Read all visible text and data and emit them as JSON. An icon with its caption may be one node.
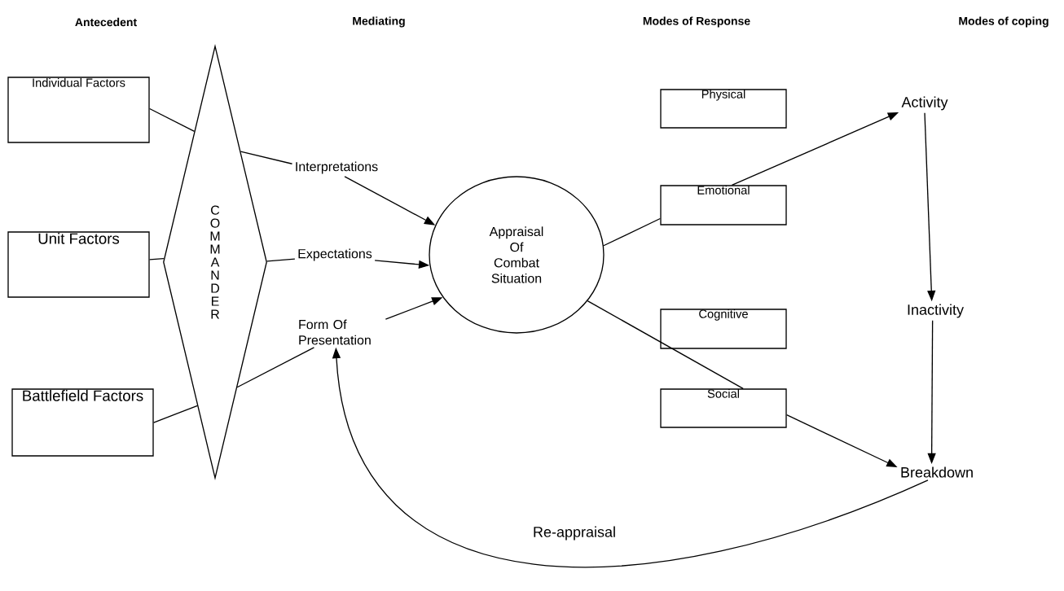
{
  "diagram": {
    "nodes": [
      {
        "text": [
          "Individual Factors"
        ]
      },
      {
        "text": [
          "Unit Factors"
        ]
      },
      {
        "text": [
          "Battlefield Factors"
        ]
      },
      {
        "text": [
          "C O M M A N D E R"
        ]
      },
      {
        "text": [
          "Interpretations"
        ]
      },
      {
        "text": [
          "Expectations"
        ]
      },
      {
        "text": [
          "Form Of Presentation"
        ]
      },
      {
        "text": [
          "Appraisal Of Combat Situation"
        ]
      },
      {
        "text": [
          "Physical"
        ]
      },
      {
        "text": [
          "Emotional"
        ]
      },
      {
        "text": [
          "Cognitive"
        ]
      },
      {
        "text": [
          "Social"
        ]
      },
      {
        "text": [
          "Activity"
        ]
      },
      {
        "text": [
          "Inactivity"
        ]
      },
      {
        "text": [
          "Breakdown"
        ]
      }
    ],
    "edges": [
      {
        "from": 0,
        "to": 3,
        "arrow": "none"
      },
      {
        "from": 3,
        "to": 4,
        "arrow": "none"
      },
      {
        "from": 1,
        "to": 3,
        "arrow": "none"
      },
      {
        "from": 3,
        "to": 5,
        "arrow": "none"
      },
      {
        "from": 2,
        "to": 3,
        "arrow": "none"
      },
      {
        "from": 3,
        "to": 6,
        "arrow": "none"
      },
      {
        "from": 4,
        "to": 7,
        "arrow": "to"
      },
      {
        "from": 5,
        "to": 7,
        "arrow": "to"
      },
      {
        "from": 6,
        "to": 7,
        "arrow": "to"
      },
      {
        "from": 7,
        "to": 9,
        "arrow": "none"
      },
      {
        "from": 9,
        "to": 12,
        "arrow": "to"
      },
      {
        "from": 7,
        "to": 11,
        "arrow": "none"
      },
      {
        "from": 11,
        "to": 14,
        "arrow": "to"
      },
      {
        "from": 12,
        "to": 13,
        "arrow": "to"
      },
      {
        "from": 13,
        "to": 14,
        "arrow": "to"
      },
      {
        "from": 14,
        "to": 6,
        "arrow": "to",
        "label": "Re-appraisal"
      }
    ],
    "labels": [
      "Antecedent",
      "Mediating",
      "Modes of Response",
      "Modes of coping"
    ]
  }
}
